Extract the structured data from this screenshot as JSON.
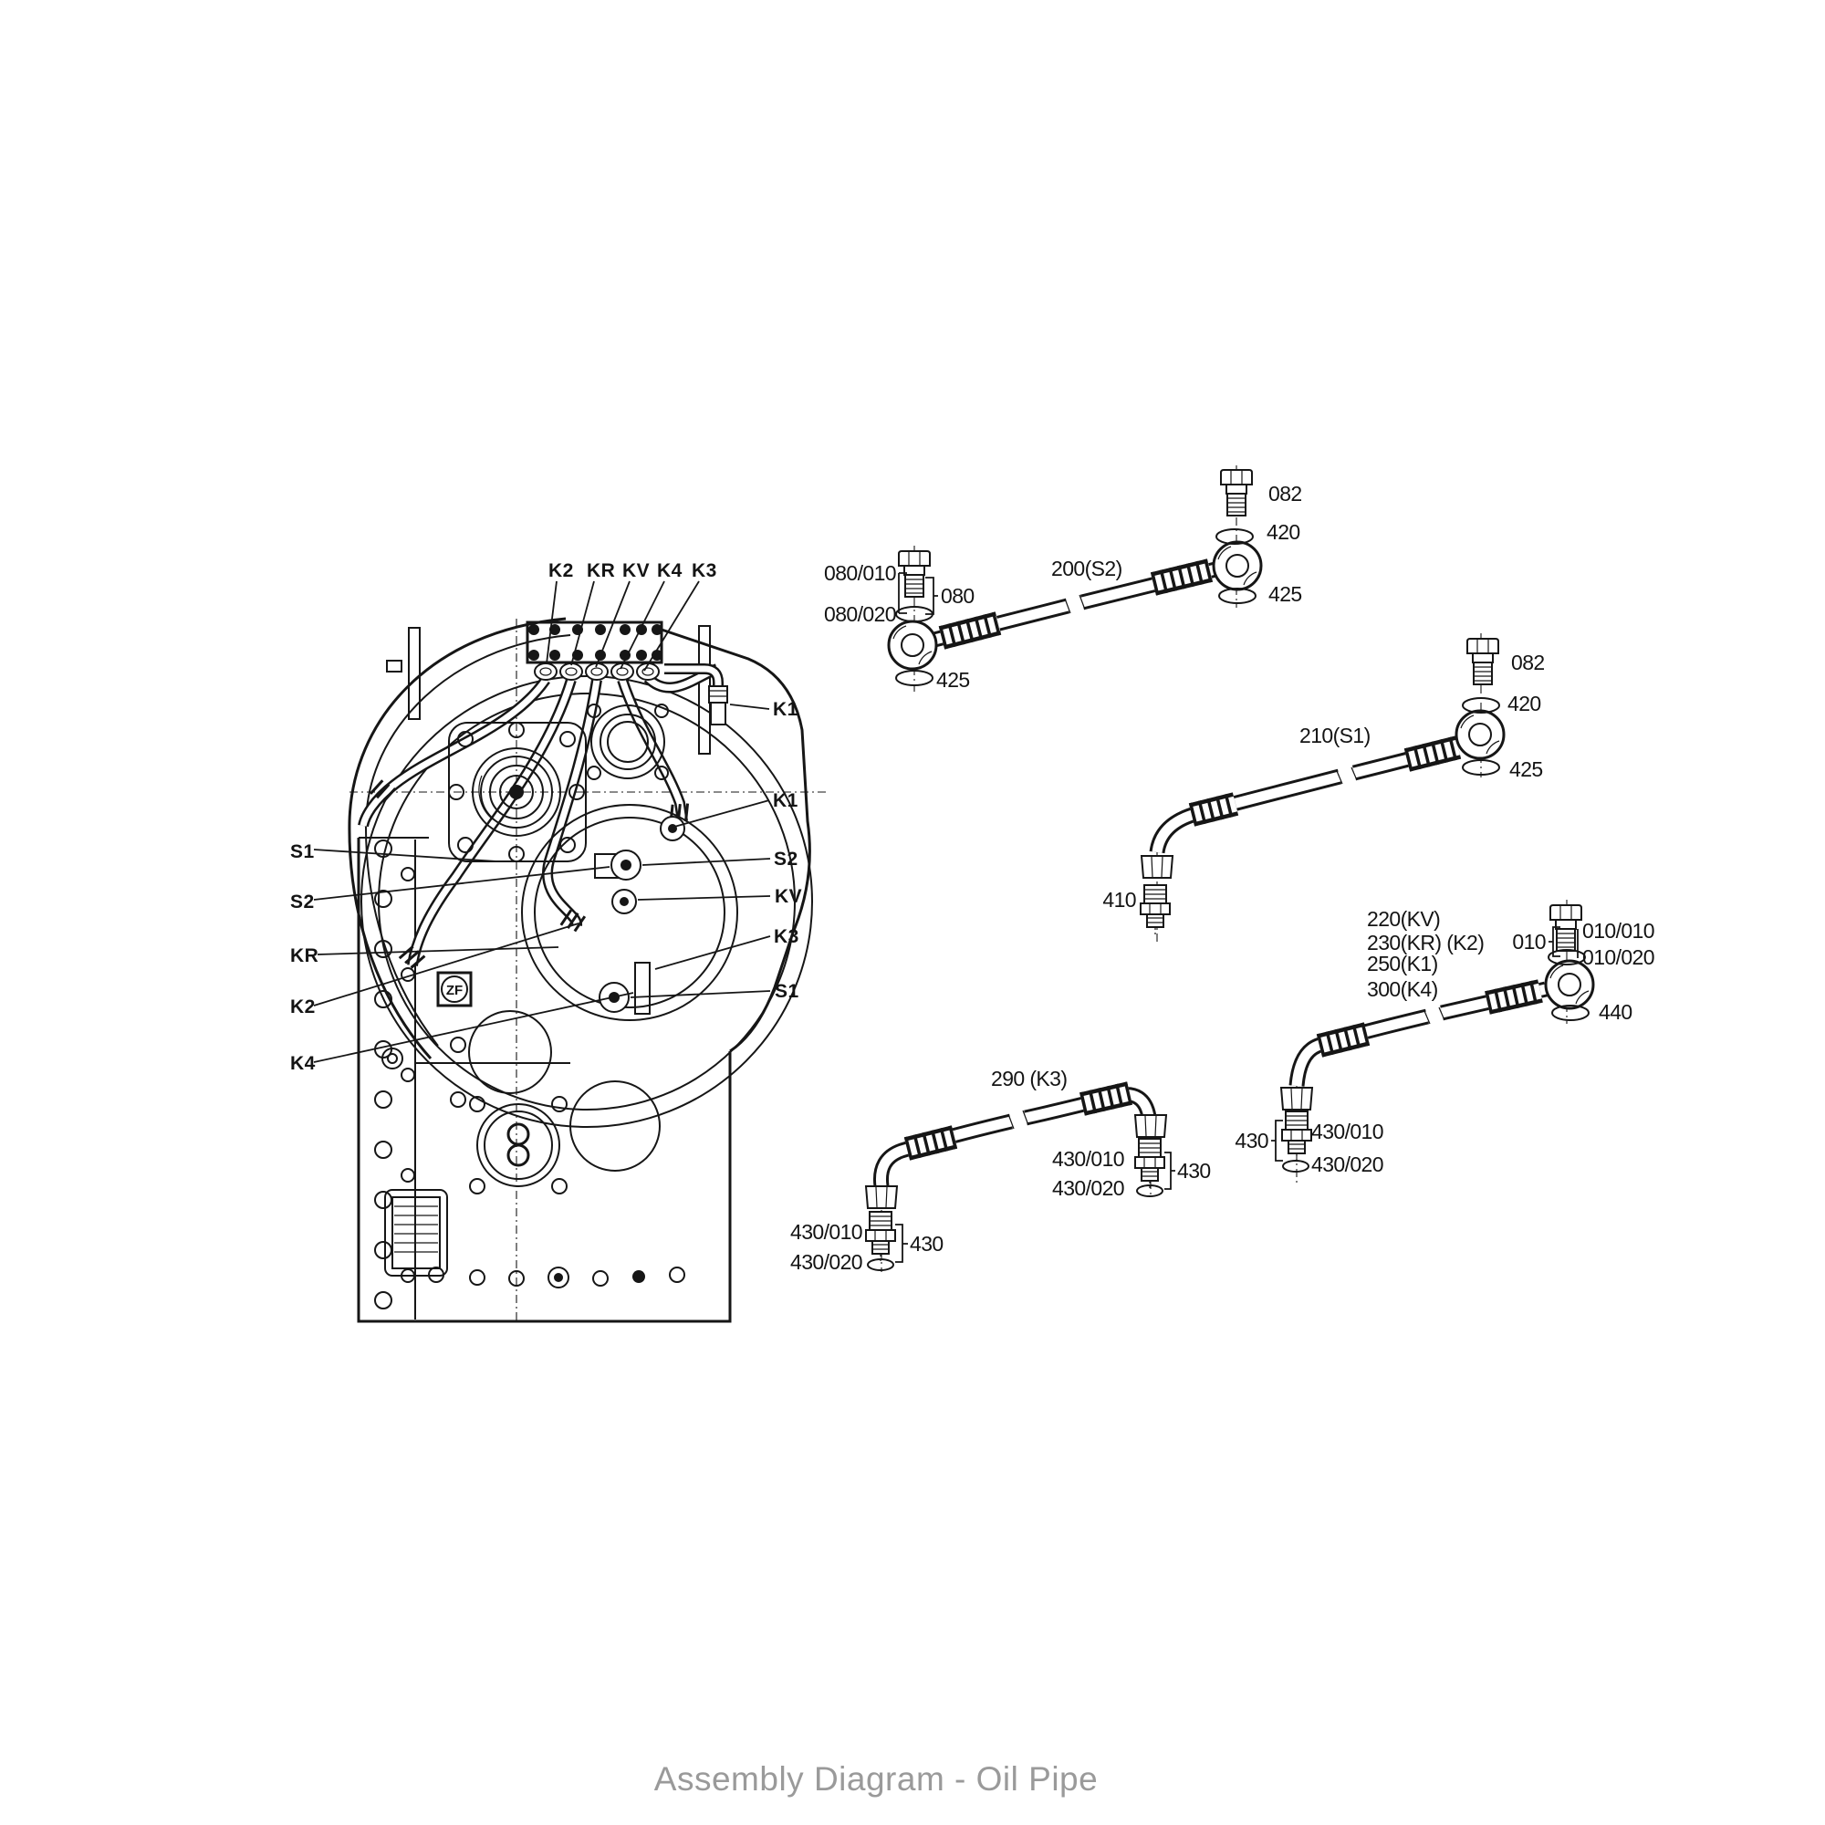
{
  "title": "Assembly Diagram - Oil Pipe",
  "colors": {
    "line": "#161616",
    "title_text": "#9a9a9a",
    "background": "#ffffff"
  },
  "gearbox": {
    "logo": "ZF",
    "top_labels": [
      "K2",
      "KR",
      "KV",
      "K4",
      "K3"
    ],
    "left_labels": [
      "S1",
      "S2",
      "KR",
      "K2",
      "K4"
    ],
    "right_labels": [
      "K1",
      "K1",
      "S2",
      "KV",
      "K3",
      "S1"
    ]
  },
  "hose_200": {
    "name": "200(S2)",
    "banjo_bolt": "082",
    "seal_top": "420",
    "seal_eye": "425",
    "bolt_part": "080/010",
    "bolt_seal": "080/020",
    "bolt_group": "080",
    "seal_left_eye": "425"
  },
  "hose_210": {
    "name": "210(S1)",
    "banjo_bolt": "082",
    "seal_top": "420",
    "seal_eye": "425",
    "adapter": "410"
  },
  "hose_220": {
    "applies": [
      "220(KV)",
      "230(KR) (K2)",
      "250(K1)",
      "300(K4)"
    ],
    "bolt_group": "010",
    "bolt_part": "010/010",
    "bolt_seal": "010/020",
    "seal_eye": "440",
    "adapter_group": "430",
    "adapter_part": "430/010",
    "adapter_seal": "430/020"
  },
  "hose_290": {
    "name": "290 (K3)",
    "right": {
      "part": "430/010",
      "seal": "430/020",
      "group": "430"
    },
    "left": {
      "part": "430/010",
      "seal": "430/020",
      "group": "430"
    }
  }
}
